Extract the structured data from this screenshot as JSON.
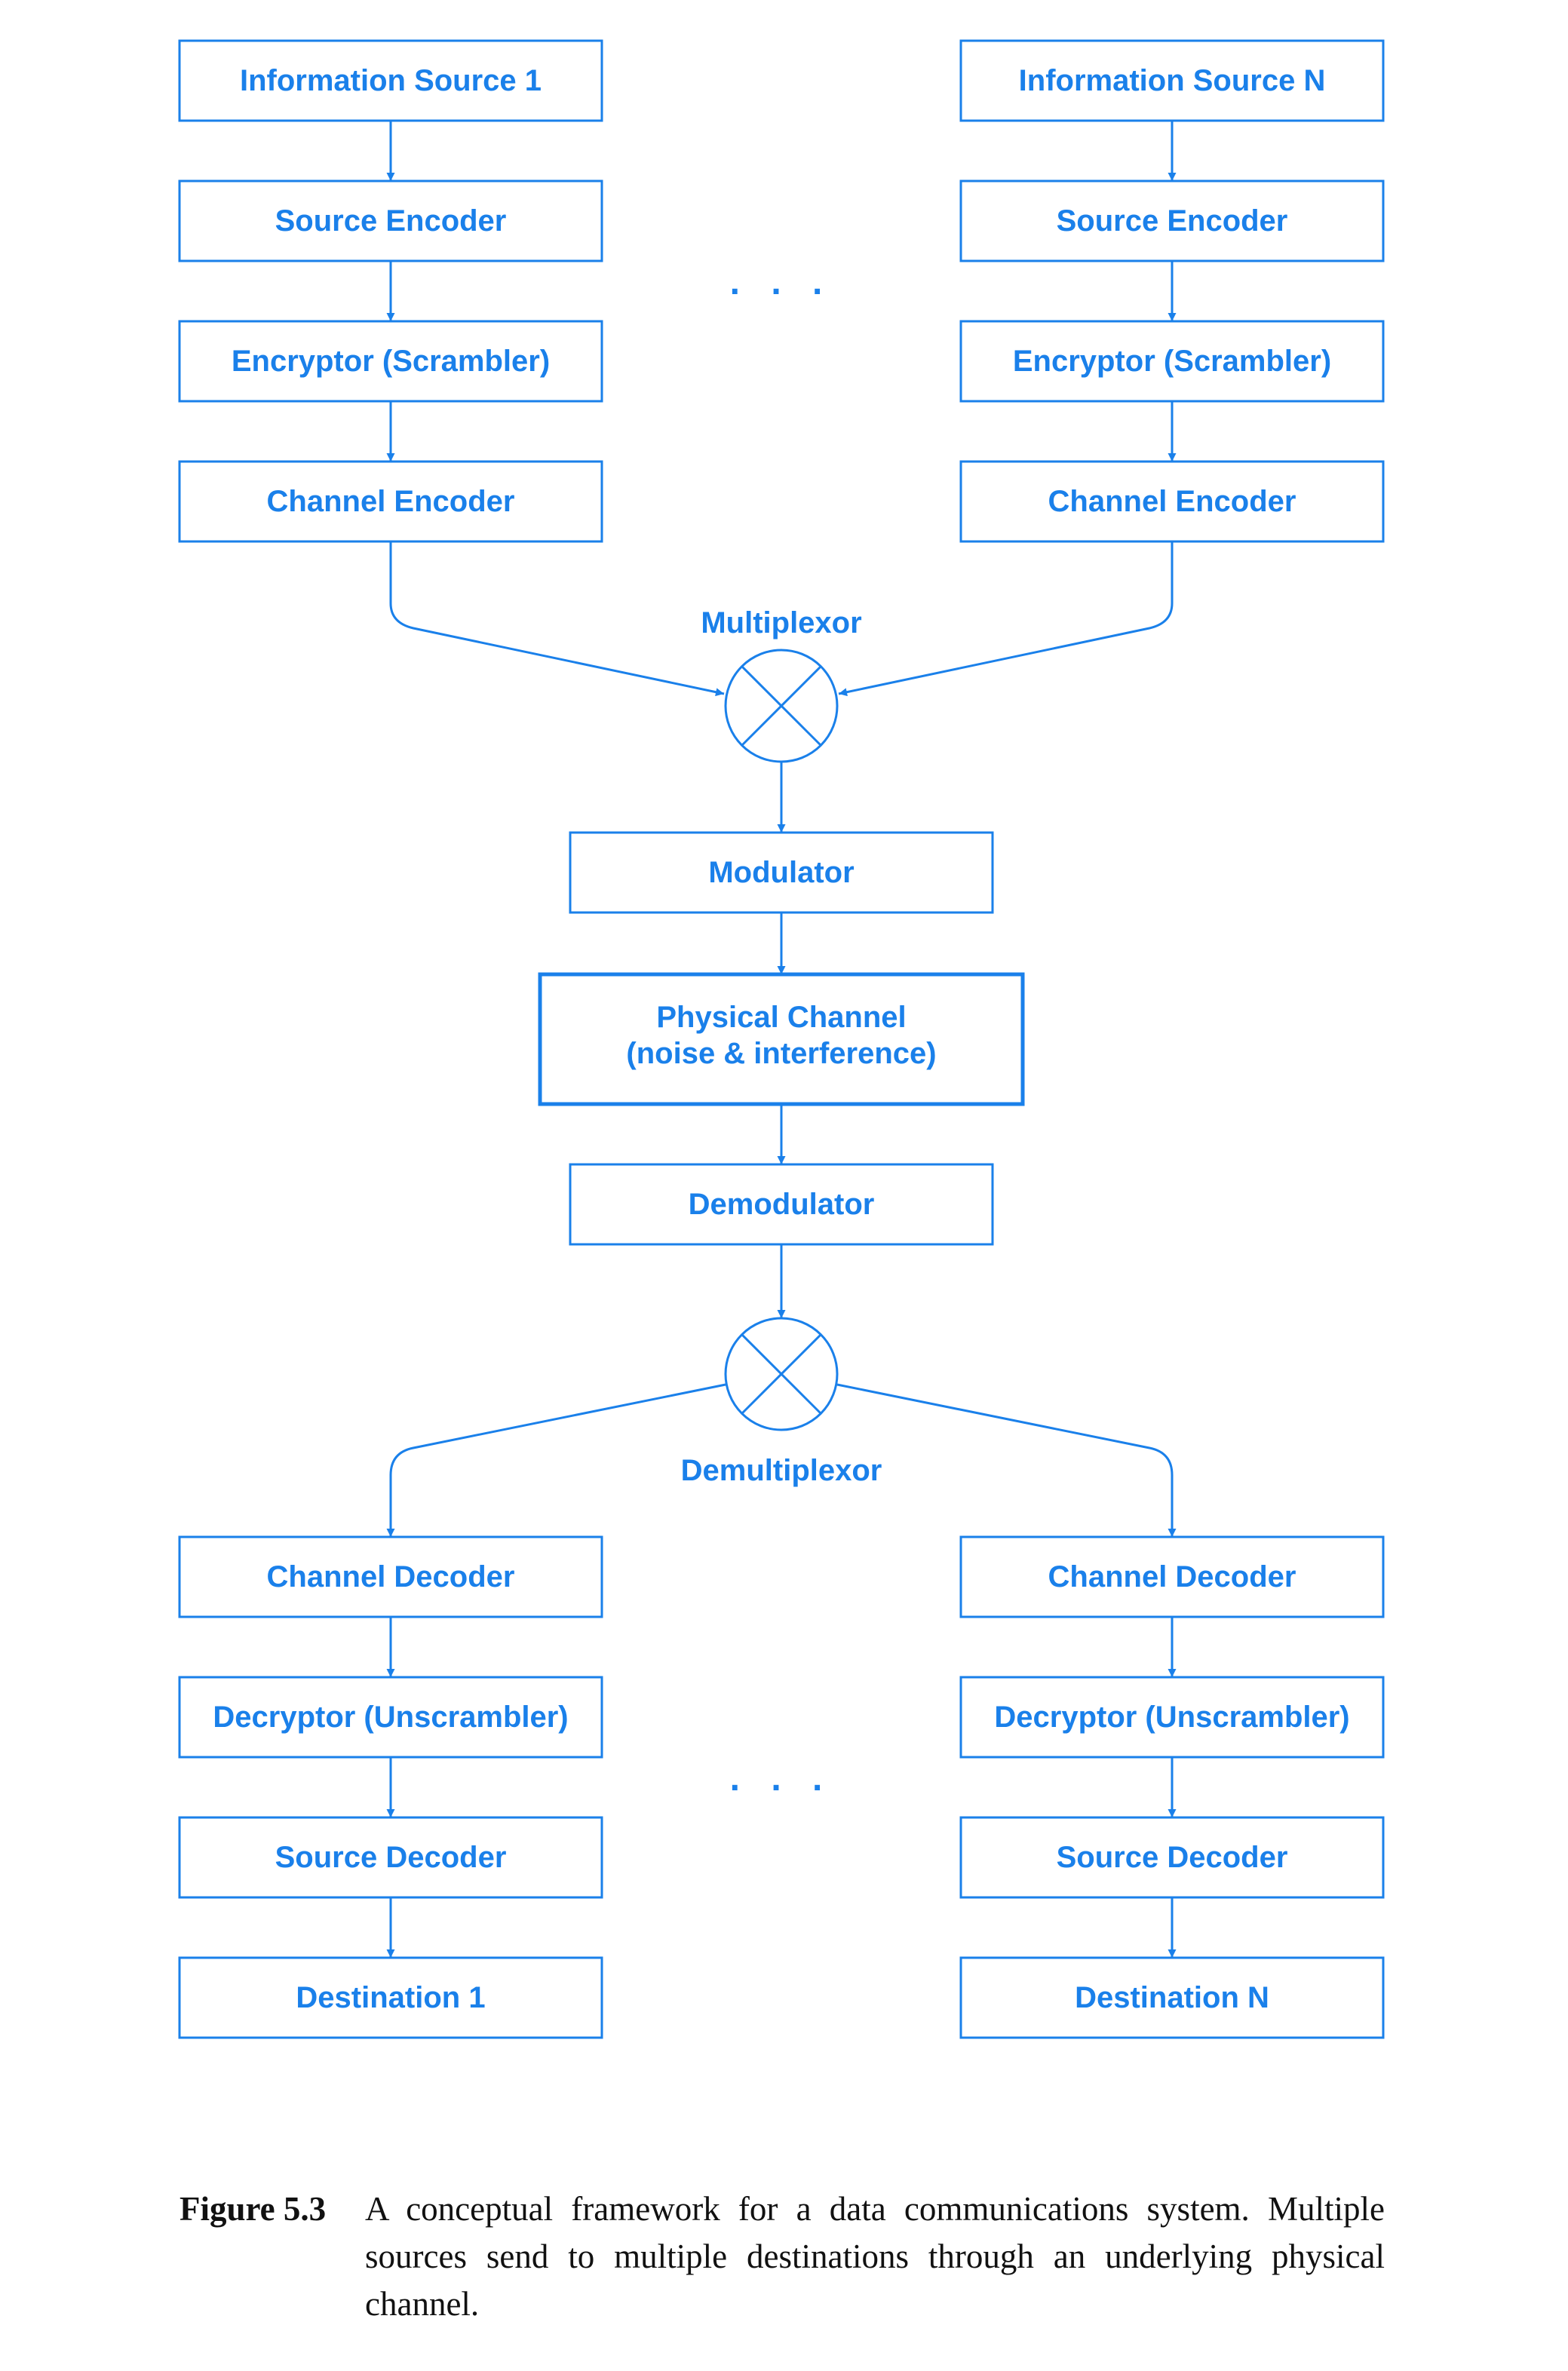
{
  "diagram": {
    "left": {
      "source": "Information Source 1",
      "source_encoder": "Source Encoder",
      "encryptor": "Encryptor (Scrambler)",
      "channel_encoder": "Channel Encoder",
      "channel_decoder": "Channel Decoder",
      "decryptor": "Decryptor (Unscrambler)",
      "source_decoder": "Source Decoder",
      "destination": "Destination 1"
    },
    "right": {
      "source": "Information Source N",
      "source_encoder": "Source Encoder",
      "encryptor": "Encryptor (Scrambler)",
      "channel_encoder": "Channel Encoder",
      "channel_decoder": "Channel Decoder",
      "decryptor": "Decryptor (Unscrambler)",
      "source_decoder": "Source Decoder",
      "destination": "Destination N"
    },
    "center": {
      "multiplexor": "Multiplexor",
      "modulator": "Modulator",
      "physical_channel_line1": "Physical Channel",
      "physical_channel_line2": "(noise & interference)",
      "demodulator": "Demodulator",
      "demultiplexor": "Demultiplexor"
    },
    "ellipsis_top": ". . .",
    "ellipsis_bottom": ". . ."
  },
  "caption": {
    "label": "Figure 5.3",
    "text": "A conceptual framework for a data communications system. Multiple sources send to multiple destinations through an underly­ing physical channel."
  },
  "colors": {
    "diagram": "#1a80ea",
    "caption_text": "#111111",
    "background": "#ffffff"
  }
}
